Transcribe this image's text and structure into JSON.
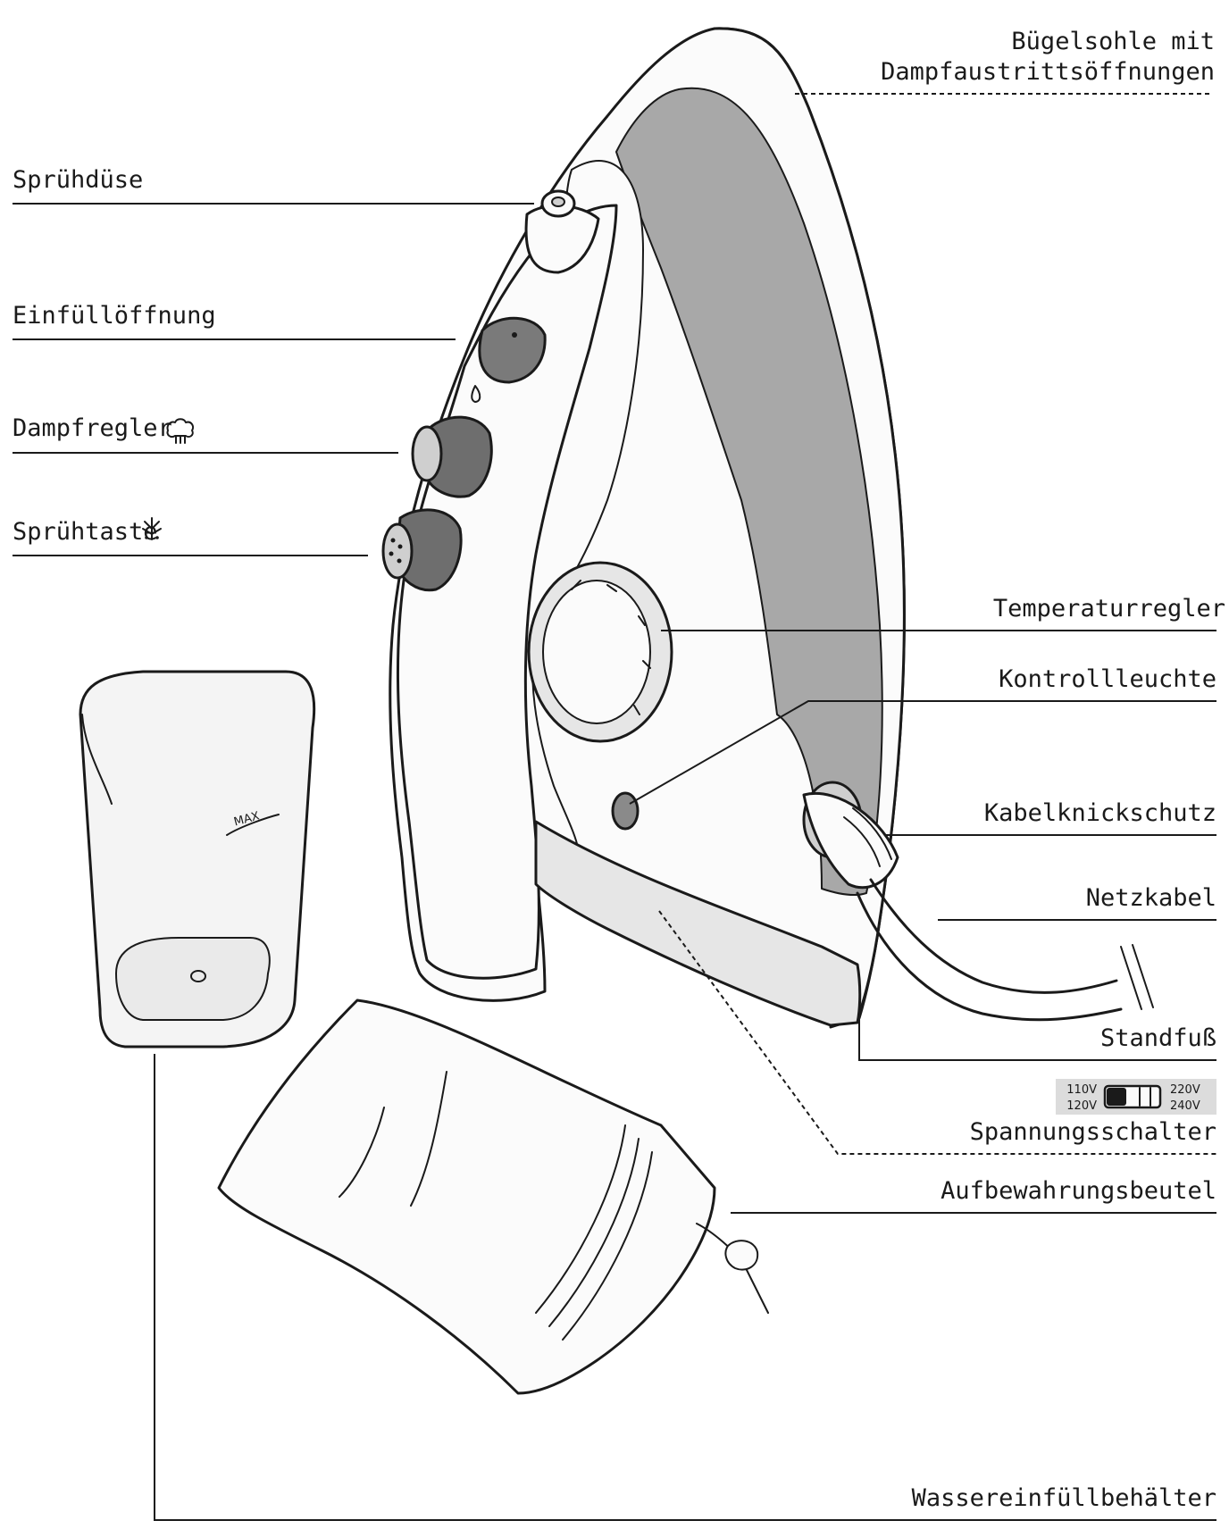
{
  "labels": {
    "soleplate_line1": "Bügelsohle mit",
    "soleplate_line2": "Dampfaustrittsöffnungen",
    "spray_nozzle": "Sprühdüse",
    "filling_opening": "Einfüllöffnung",
    "steam_control": "Dampfregler",
    "spray_button": "Sprühtaste",
    "temperature_control": "Temperaturregler",
    "control_lamp": "Kontrollleuchte",
    "cable_protector": "Kabelknickschutz",
    "power_cord": "Netzkabel",
    "stand": "Standfuß",
    "voltage_switch": "Spannungsschalter",
    "storage_bag": "Aufbewahrungsbeutel",
    "water_container": "Wassereinfüllbehälter"
  },
  "voltage_switch": {
    "left_top": "110V",
    "left_bottom": "120V",
    "right_top": "220V",
    "right_bottom": "240V"
  },
  "cup_marking": "MAX",
  "icons": {
    "steam_control": "steam-cloud-icon",
    "spray_button": "spray-drops-icon"
  },
  "colors": {
    "ink": "#1a1a1a",
    "soleplate_gray": "#a8a8a8",
    "body_white": "#fbfbfb",
    "shade_light": "#e6e6e6",
    "shade_mid": "#cfcfcf",
    "knob_dark": "#6e6e6e",
    "switch_bg": "#dcdcdc"
  }
}
